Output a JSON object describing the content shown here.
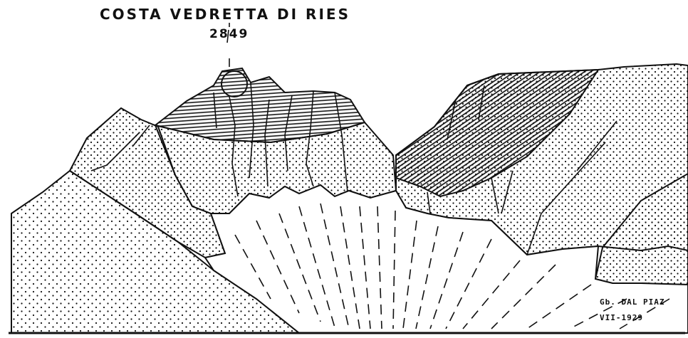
{
  "figure": {
    "summit_name": "COSTA VEDRETTA DI RIES",
    "summit_elevation": "2849",
    "signature_line1": "Gb. DAL PIAZ",
    "signature_line2": "VII-1929"
  },
  "colors": {
    "ink": "#111111",
    "paper": "#ffffff"
  }
}
